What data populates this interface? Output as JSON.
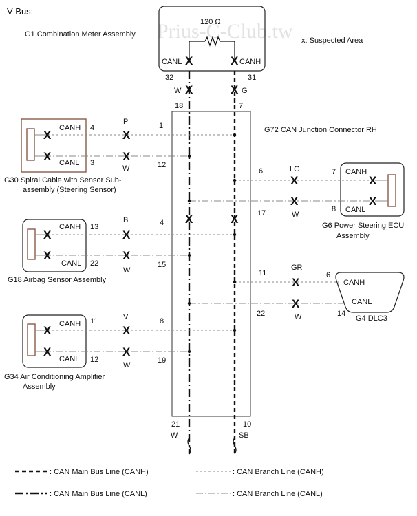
{
  "title": "V Bus:",
  "watermark": "Prius-C-Club.tw",
  "legend_suspected": "x: Suspected Area",
  "mark_symbol": "X",
  "g1": {
    "name": "G1  Combination Meter Assembly",
    "resistor": "120 Ω",
    "canl": "CANL",
    "canh": "CANH",
    "pin_l": "32",
    "pin_h": "31",
    "wire_l": "W",
    "wire_h": "G"
  },
  "junction": {
    "name": "G72 CAN Junction Connector RH",
    "pin_top_l": "18",
    "pin_top_h": "7",
    "pin_bot_l": "21",
    "pin_bot_h": "10",
    "wire_bot_l": "W",
    "wire_bot_h": "SB"
  },
  "g30": {
    "name_line1": "G30  Spiral Cable with Sensor Sub-",
    "name_line2": "assembly (Steering Sensor)",
    "canh": "CANH",
    "canl": "CANL",
    "pin_h": "4",
    "pin_l": "3",
    "wire_h": "P",
    "wire_l": "W",
    "jpin_h": "1",
    "jpin_l": "12"
  },
  "g18": {
    "name": "G18  Airbag Sensor Assembly",
    "canh": "CANH",
    "canl": "CANL",
    "pin_h": "13",
    "pin_l": "22",
    "wire_h": "B",
    "wire_l": "W",
    "jpin_h": "4",
    "jpin_l": "15"
  },
  "g34": {
    "name_line1": "G34  Air Conditioning Amplifier",
    "name_line2": "Assembly",
    "canh": "CANH",
    "canl": "CANL",
    "pin_h": "11",
    "pin_l": "12",
    "wire_h": "V",
    "wire_l": "W",
    "jpin_h": "8",
    "jpin_l": "19"
  },
  "g6": {
    "name_line1": "G6  Power Steering ECU",
    "name_line2": "Assembly",
    "canh": "CANH",
    "canl": "CANL",
    "pin_h": "7",
    "pin_l": "8",
    "wire_h": "LG",
    "wire_l": "W",
    "jpin_h": "6",
    "jpin_l": "17"
  },
  "g4": {
    "name": "G4  DLC3",
    "canh": "CANH",
    "canl": "CANL",
    "pin_h": "6",
    "pin_l": "14",
    "wire_h": "GR",
    "wire_l": "W",
    "jpin_h": "11",
    "jpin_l": "22"
  },
  "legend": {
    "main_canh": ": CAN Main Bus Line (CANH)",
    "main_canl": ": CAN Main Bus Line (CANL)",
    "branch_canh": ": CAN Branch Line (CANH)",
    "branch_canl": ": CAN Branch Line (CANL)"
  }
}
